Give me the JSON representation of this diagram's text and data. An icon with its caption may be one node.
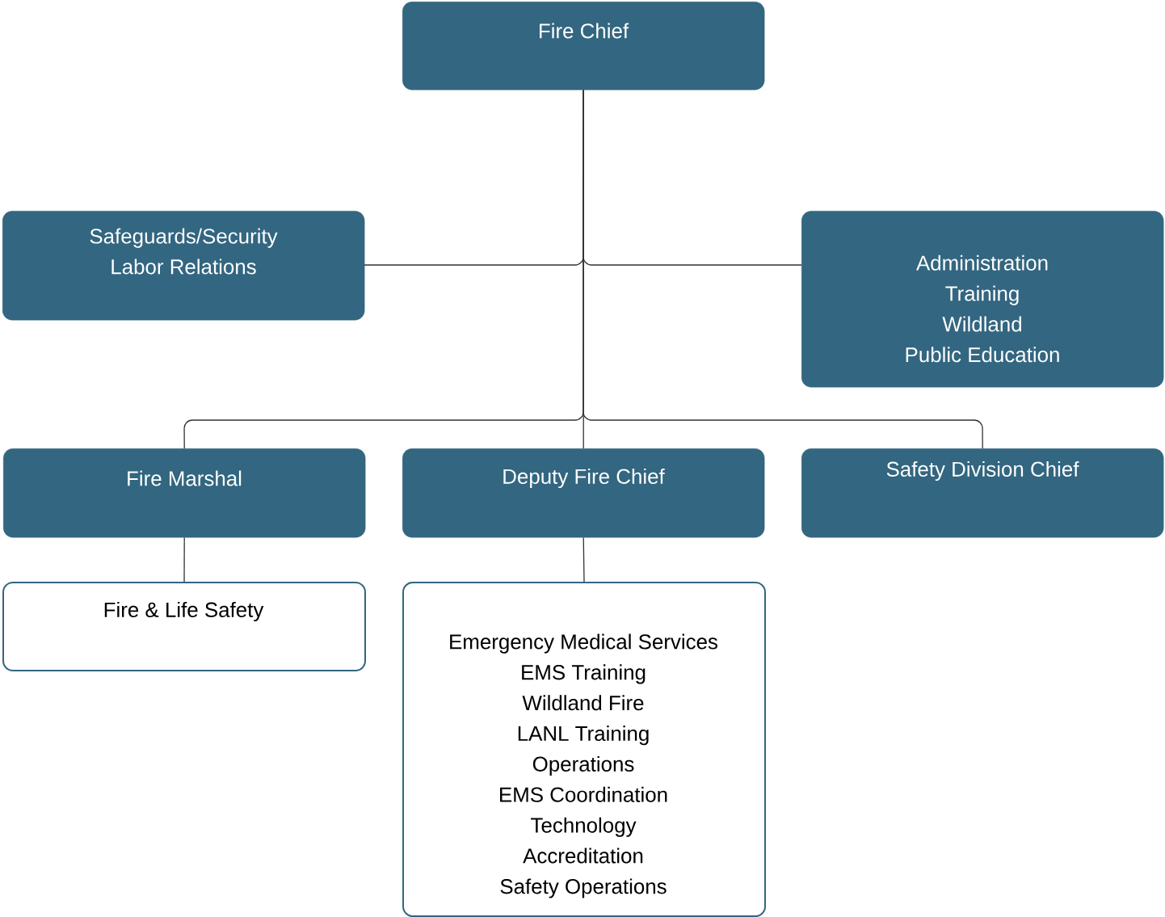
{
  "diagram": {
    "nodes": [
      {
        "text": [
          "Fire Chief"
        ]
      },
      {
        "text": [
          "Safeguards/Security",
          "Labor Relations"
        ]
      },
      {
        "text": [
          "Administration",
          "Training",
          "Wildland",
          "Public Education"
        ]
      },
      {
        "text": [
          "Fire Marshal"
        ]
      },
      {
        "text": [
          "Deputy Fire Chief"
        ]
      },
      {
        "text": [
          "Safety Division Chief"
        ]
      },
      {
        "text": [
          "Fire & Life Safety"
        ]
      },
      {
        "text": [
          "Emergency Medical Services",
          "EMS Training",
          "Wildland Fire",
          "LANL Training",
          "Operations",
          "EMS Coordination",
          "Technology",
          "Accreditation",
          "Safety Operations"
        ]
      }
    ],
    "edges": [
      {
        "from": 0,
        "to": 1,
        "arrow": "none"
      },
      {
        "from": 0,
        "to": 2,
        "arrow": "none"
      },
      {
        "from": 0,
        "to": 3,
        "arrow": "none"
      },
      {
        "from": 0,
        "to": 4,
        "arrow": "none"
      },
      {
        "from": 0,
        "to": 5,
        "arrow": "none"
      },
      {
        "from": 3,
        "to": 6,
        "arrow": "none"
      },
      {
        "from": 4,
        "to": 7,
        "arrow": "none"
      }
    ]
  }
}
